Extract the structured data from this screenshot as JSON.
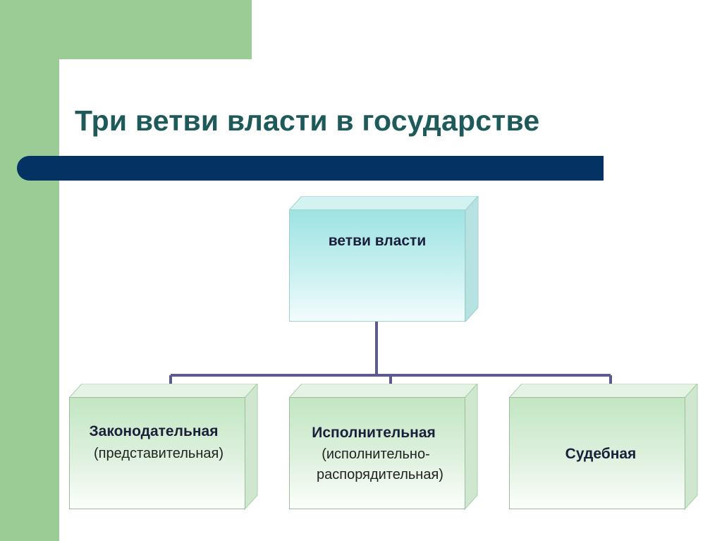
{
  "title": "Три ветви власти в государстве",
  "root": {
    "label": "ветви власти"
  },
  "children": [
    {
      "label": "Законодательная",
      "sublabel": "(представительная)"
    },
    {
      "label": "Исполнительная",
      "sublabel": "(исполнительно-",
      "sublabel2": "распорядительная)"
    },
    {
      "label": "Судебная"
    }
  ],
  "colors": {
    "accent_green": "#9ccc95",
    "title_bar": "#033263",
    "title_text": "#1e5a5a",
    "connector": "#5b5b8f",
    "root_fill": "#a6e6e6",
    "child_fill": "#c6e8c6"
  }
}
